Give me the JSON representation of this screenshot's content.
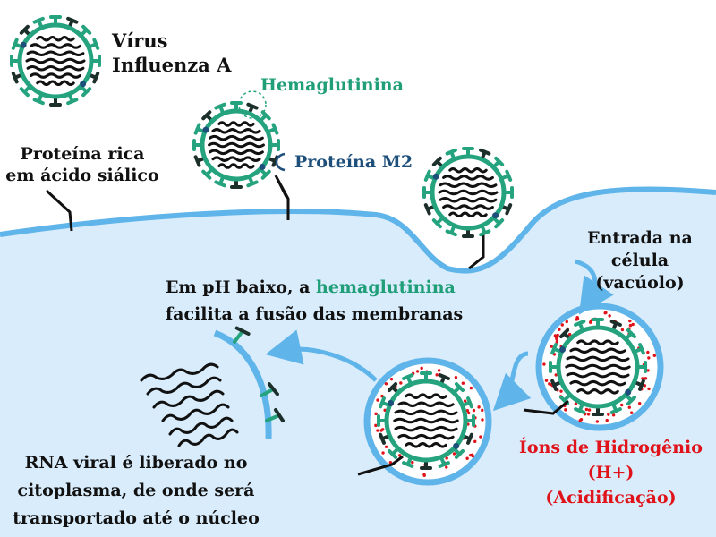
{
  "labels": {
    "virus_title": [
      "Vírus",
      "Influenza A"
    ],
    "hemagglutinin": "Hemaglutinina",
    "m2_protein": "Proteína M2",
    "sialic_protein": [
      "Proteína rica",
      "em ácido siálico"
    ],
    "entry": [
      "Entrada na",
      "célula",
      "(vacúolo)"
    ],
    "low_ph_prefix": "Em pH baixo, a ",
    "low_ph_highlight": "hemaglutinina",
    "low_ph_line2": "facilita a fusão das membranas",
    "hydrogen": [
      "Íons de Hidrogênio",
      "(H+)",
      "(Acidificação)"
    ],
    "rna": [
      "RNA viral é liberado no",
      "citoplasma, de onde será",
      "transportado até o núcleo"
    ]
  },
  "colors": {
    "cytoplasm": "#d8ecfb",
    "membrane": "#5fb4ea",
    "spike_green": "#25a37e",
    "spike_dark": "#1c2f2a",
    "m2_blue": "#1d4f7a",
    "ions_red": "#e0121a",
    "label_green": "#1f9e77",
    "label_blue": "#1d4f7a"
  },
  "icons": [
    "virus-particle-icon",
    "rna-strand-icon",
    "process-arrow-icon"
  ]
}
